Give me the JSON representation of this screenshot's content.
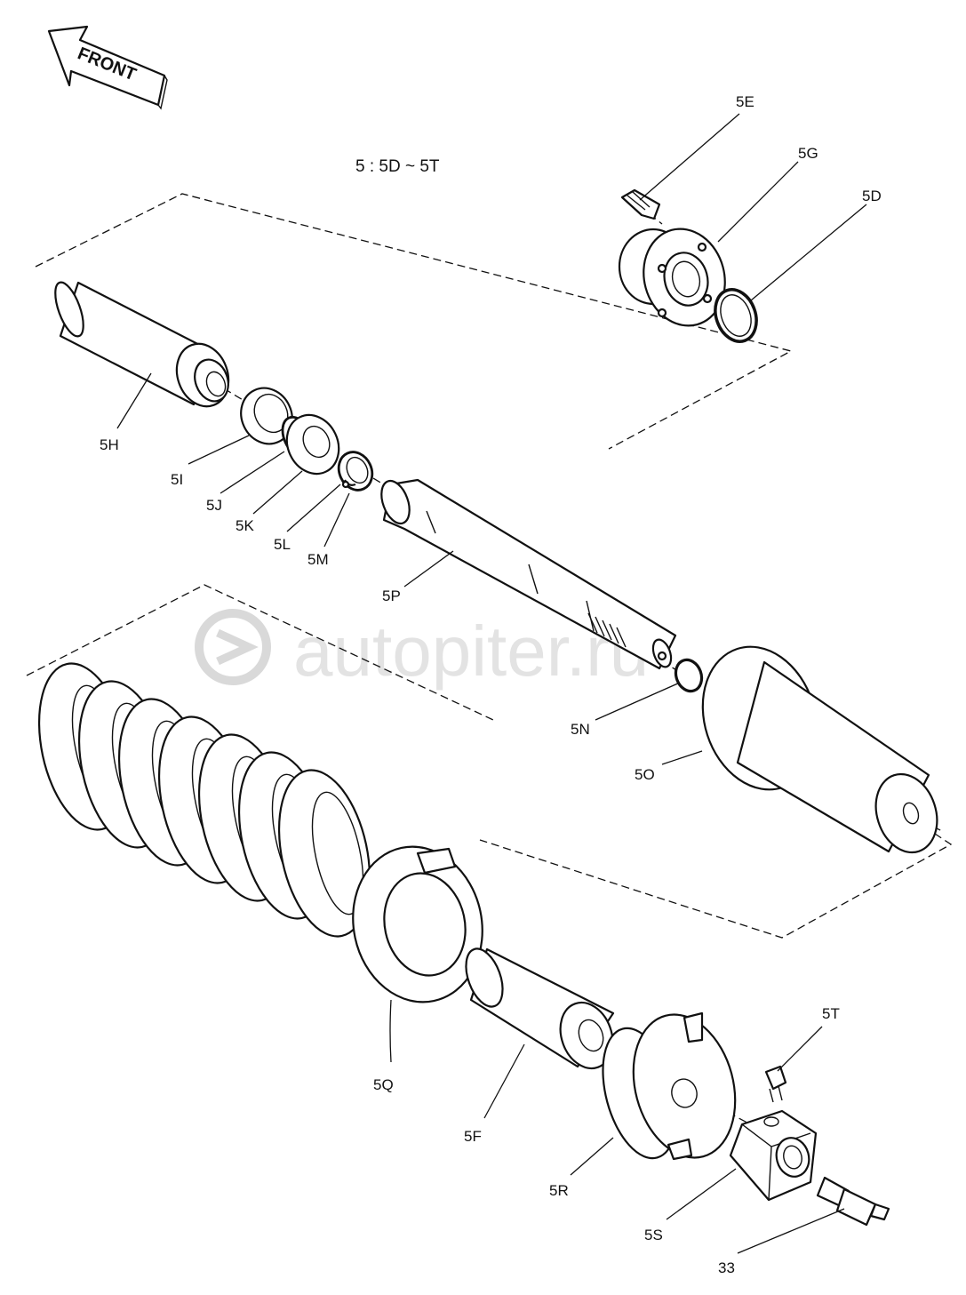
{
  "diagram": {
    "title": "5 : 5D ~ 5T",
    "front_label": "FRONT",
    "watermark": "autopiter.ru",
    "parts": [
      {
        "id": "5E"
      },
      {
        "id": "5G"
      },
      {
        "id": "5D"
      },
      {
        "id": "5H"
      },
      {
        "id": "5I"
      },
      {
        "id": "5J"
      },
      {
        "id": "5K"
      },
      {
        "id": "5L"
      },
      {
        "id": "5M"
      },
      {
        "id": "5P"
      },
      {
        "id": "5N"
      },
      {
        "id": "5O"
      },
      {
        "id": "5Q"
      },
      {
        "id": "5F"
      },
      {
        "id": "5R"
      },
      {
        "id": "5T"
      },
      {
        "id": "5S"
      },
      {
        "id": "33"
      }
    ]
  }
}
